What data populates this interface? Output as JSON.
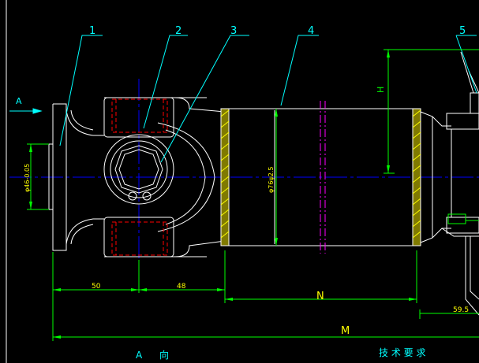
{
  "drawing": {
    "part_numbers": [
      "1",
      "2",
      "3",
      "4",
      "5"
    ],
    "view_arrow_label": "A",
    "view_title": "A 向",
    "tech_requirements": "技 术 要 求",
    "dimensions": {
      "d50": "50",
      "d48": "48",
      "n": "N",
      "m": "M",
      "d59_5": "59.5",
      "h": "H",
      "dia_bore": "φ46-0.05",
      "dia_tube": "φ76ψ2.5"
    },
    "colors": {
      "background": "#000000",
      "outline": "#ffffff",
      "centerline": "#0000ff",
      "leader": "#00ffff",
      "dimension": "#ffff00",
      "dim_line": "#00ff00",
      "hidden": "#ff0000",
      "phantom": "#ff00ff",
      "weld_hatch": "#c8c000"
    }
  }
}
